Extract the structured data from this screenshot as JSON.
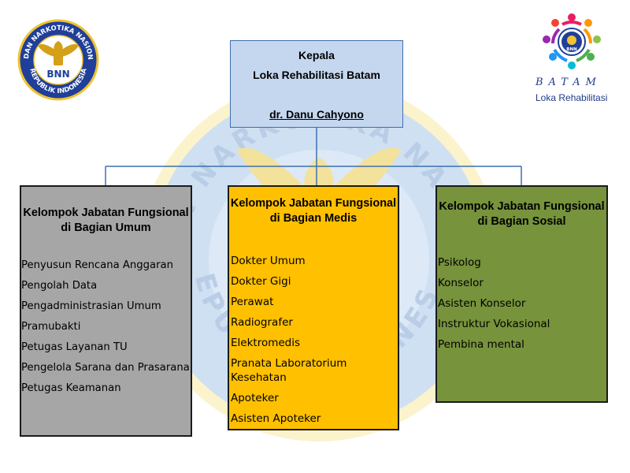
{
  "head": {
    "title": "Kepala",
    "unit": "Loka Rehabilitasi Batam",
    "name": "dr. Danu Cahyono"
  },
  "groups": [
    {
      "title": "Kelompok Jabatan Fungsional di Bagian Umum",
      "color": "#a6a6a6",
      "items": [
        "Penyusun Rencana Anggaran",
        "Pengolah Data",
        "Pengadministrasian Umum",
        "Pramubakti",
        "Petugas Layanan TU",
        "Pengelola Sarana dan Prasarana",
        "Petugas Keamanan"
      ]
    },
    {
      "title": "Kelompok Jabatan Fungsional di Bagian Medis",
      "color": "#ffc000",
      "items": [
        "Dokter Umum",
        "Dokter Gigi",
        "Perawat",
        "Radiografer",
        "Elektromedis",
        "Pranata Laboratorium Kesehatan",
        "Apoteker",
        "Asisten Apoteker"
      ]
    },
    {
      "title": "Kelompok Jabatan Fungsional di Bagian Sosial",
      "color": "#77933c",
      "items": [
        "Psikolog",
        "Konselor",
        "Asisten Konselor",
        "Instruktur Vokasional",
        "Pembina mental"
      ]
    }
  ],
  "logos": {
    "bnn_top_text": "BADAN NARKOTIKA NASIONAL",
    "bnn_bottom_text": "REPUBLIK INDONESIA",
    "bnn_center_text": "BNN",
    "loka_city": "BATAM",
    "loka_name": "Loka Rehabilitasi",
    "loka_center_text": "BNN"
  },
  "watermark": {
    "top_text": "BADAN NARKOTIKA NASIONAL",
    "bottom_text": "REPUBLIK INDONESIA"
  },
  "colors": {
    "head_fill": "#c5d7ef",
    "head_border": "#3f6fb0",
    "connector": "#3f6fb0",
    "watermark_blue": "#c9daf0",
    "watermark_gold": "#faf0c0"
  }
}
